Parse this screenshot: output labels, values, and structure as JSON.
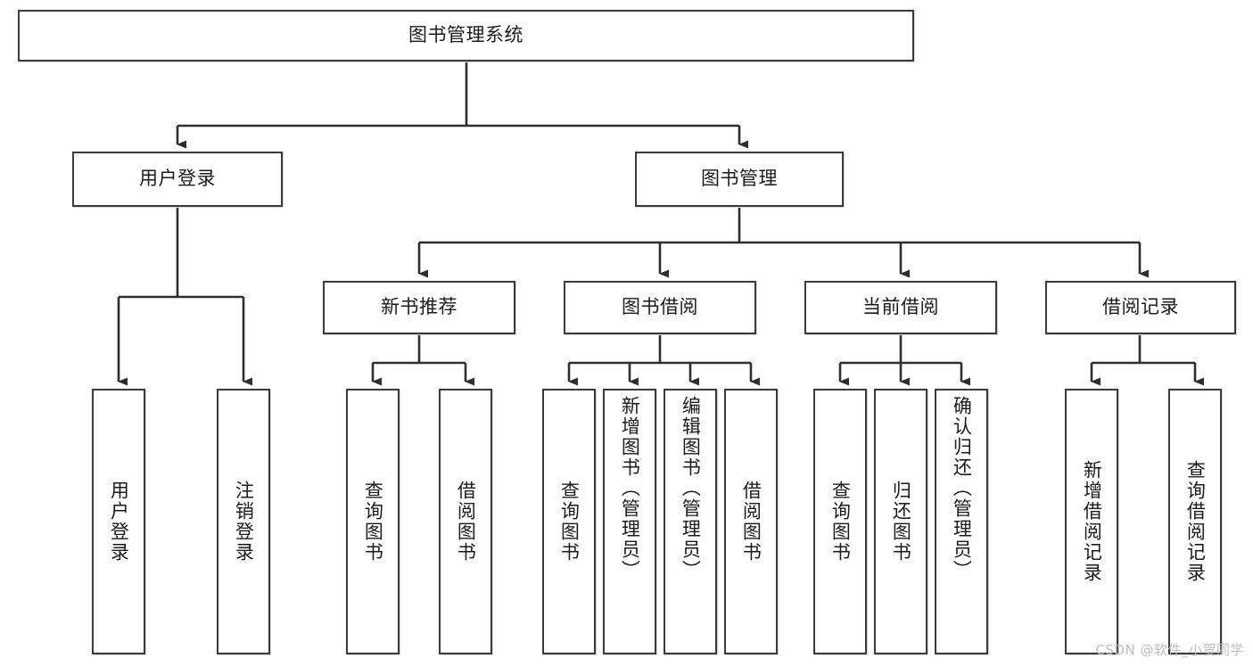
{
  "diagram": {
    "type": "tree-hierarchy",
    "title": "图书管理系统",
    "watermark": "CSDN @软件_小贺同学",
    "colors": {
      "box_border": "#3a3a3a",
      "box_fill": "#ffffff",
      "connector": "#2e2e2e",
      "text": "#1b1b1b",
      "watermark": "#bdbdbd",
      "background": "#ffffff"
    },
    "levels": {
      "root": {
        "label": "图书管理系统"
      },
      "level1": [
        {
          "label": "用户登录"
        },
        {
          "label": "图书管理"
        }
      ],
      "level2": [
        {
          "label": "新书推荐"
        },
        {
          "label": "图书借阅"
        },
        {
          "label": "当前借阅"
        },
        {
          "label": "借阅记录"
        }
      ],
      "leaves": {
        "user_login": [
          {
            "label": "用户登录"
          },
          {
            "label": "注销登录"
          }
        ],
        "new_book_recommend": [
          {
            "label": "查询图书"
          },
          {
            "label": "借阅图书"
          }
        ],
        "book_borrow": [
          {
            "label": "查询图书"
          },
          {
            "label": "新增图书（管理员）"
          },
          {
            "label": "编辑图书（管理员）"
          },
          {
            "label": "借阅图书"
          }
        ],
        "current_borrow": [
          {
            "label": "查询图书"
          },
          {
            "label": "归还图书"
          },
          {
            "label": "确认归还（管理员）"
          }
        ],
        "borrow_record": [
          {
            "label": "新增借阅记录"
          },
          {
            "label": "查询借阅记录"
          }
        ]
      }
    }
  }
}
